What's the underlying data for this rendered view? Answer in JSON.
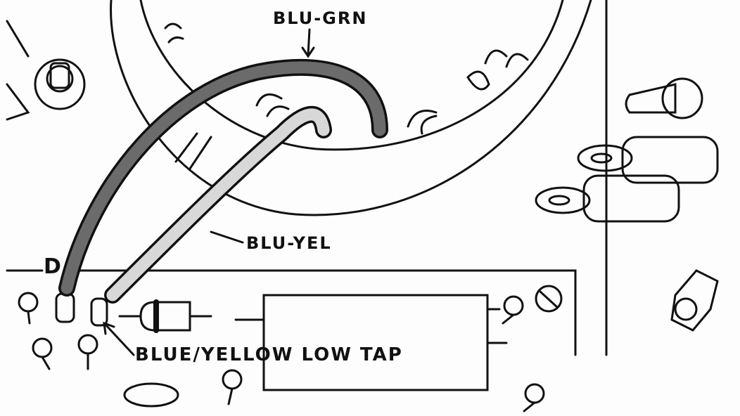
{
  "labels": {
    "wire_top": "BLU-GRN",
    "wire_bottom": "BLU-YEL",
    "section": "D",
    "connection": "BLUE/YELLOW LOW TAP"
  },
  "colors": {
    "dark_wire": "#6b6b6b",
    "light_wire": "#d8d8d8",
    "ink": "#111111"
  }
}
